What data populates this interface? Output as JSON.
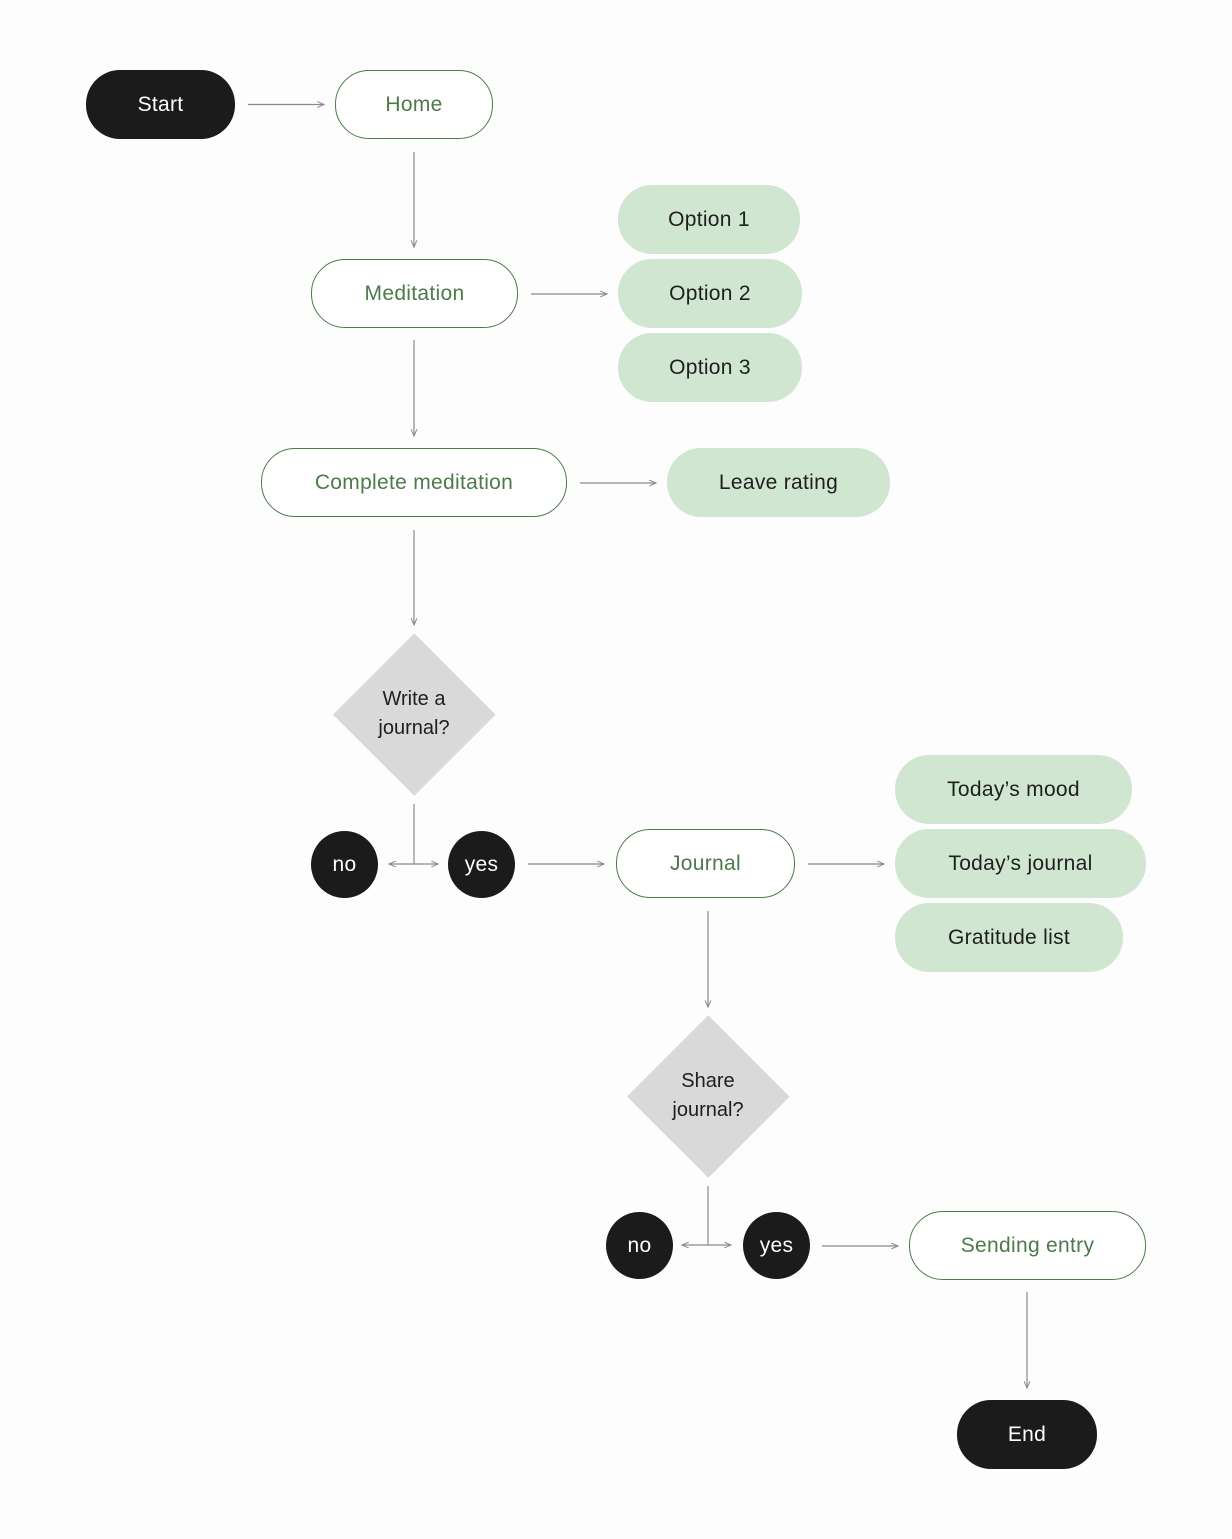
{
  "diagram": {
    "start": "Start",
    "home": "Home",
    "meditation": "Meditation",
    "meditation_options": [
      "Option 1",
      "Option 2",
      "Option 3"
    ],
    "complete_meditation": "Complete meditation",
    "leave_rating": "Leave rating",
    "write_journal_question": "Write a\njournal?",
    "write_no": "no",
    "write_yes": "yes",
    "journal": "Journal",
    "journal_options": [
      "Today’s mood",
      "Today’s journal",
      "Gratitude list"
    ],
    "share_journal_question": "Share\njournal?",
    "share_no": "no",
    "share_yes": "yes",
    "sending_entry": "Sending entry",
    "end": "End"
  },
  "colors": {
    "terminal_fill": "#1b1b1b",
    "step_outline": "#4d7a4b",
    "sub_step_fill": "#d0e6d0",
    "decision_fill": "#d9d9d9",
    "connector": "#8a8a8a"
  }
}
